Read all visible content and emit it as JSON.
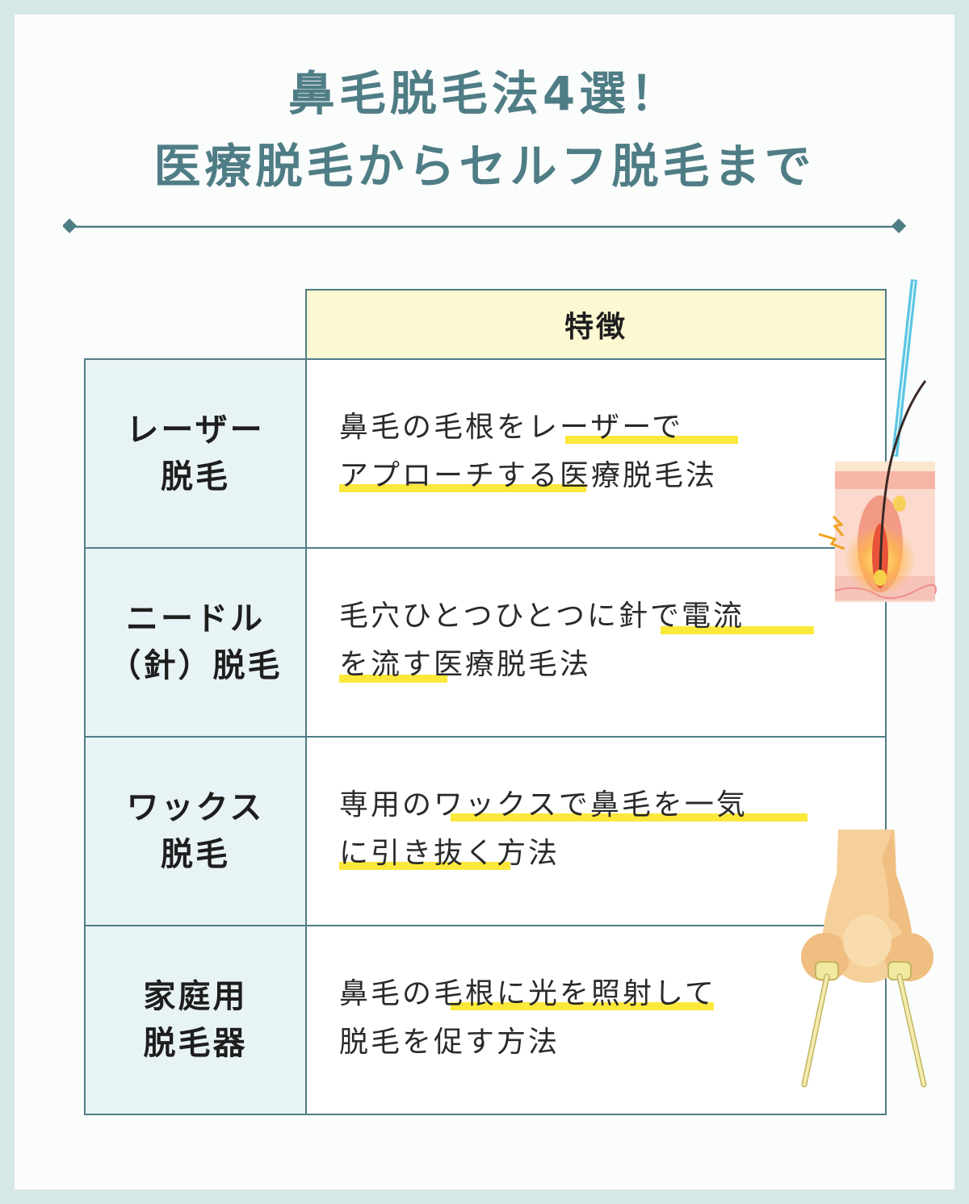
{
  "title": {
    "line1": "鼻毛脱毛法4選！",
    "line2": "医療脱毛からセルフ脱毛まで"
  },
  "table": {
    "header": "特徴",
    "rows": [
      {
        "label1": "レーザー",
        "label2": "脱毛",
        "desc1": "鼻毛の毛根をレーザーで",
        "desc2": "アプローチする医療脱毛法"
      },
      {
        "label1": "ニードル",
        "label2": "（針）脱毛",
        "desc1": "毛穴ひとつひとつに針で電流",
        "desc2": "を流す医療脱毛法"
      },
      {
        "label1": "ワックス",
        "label2": "脱毛",
        "desc1": "専用のワックスで鼻毛を一気",
        "desc2": "に引き抜く方法"
      },
      {
        "label1": "家庭用",
        "label2": "脱毛器",
        "desc1": "鼻毛の毛根に光を照射して",
        "desc2": "脱毛を促す方法"
      }
    ]
  },
  "colors": {
    "accent": "#4f7d85",
    "header_bg": "#fbf8d2",
    "label_bg": "#e8f3f5",
    "highlight": "#fbe83a",
    "page_bg": "#d5e8e6"
  },
  "icons": [
    "laser-skin-illustration",
    "nose-wax-illustration"
  ]
}
